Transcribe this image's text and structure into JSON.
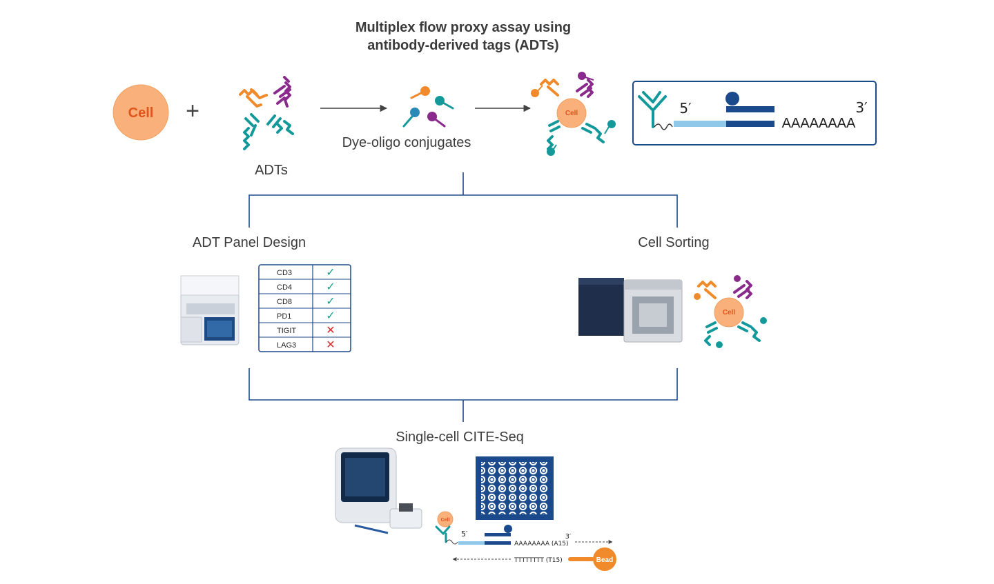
{
  "title_line1": "Multiplex flow proxy assay using",
  "title_line2": "antibody-derived tags (ADTs)",
  "cell_label": "Cell",
  "plus_sign": "+",
  "adts_label": "ADTs",
  "dye_label": "Dye-oligo conjugates",
  "construct": {
    "five_prime": "5′",
    "three_prime": "3′",
    "polya": "AAAAAAAA"
  },
  "branch_left": "ADT Panel Design",
  "branch_right": "Cell Sorting",
  "panel_table": [
    {
      "marker": "CD3",
      "result": "✓"
    },
    {
      "marker": "CD4",
      "result": "✓"
    },
    {
      "marker": "CD8",
      "result": "✓"
    },
    {
      "marker": "PD1",
      "result": "✓"
    },
    {
      "marker": "TIGIT",
      "result": "✕"
    },
    {
      "marker": "LAG3",
      "result": "✕"
    }
  ],
  "bottom_title": "Single-cell CITE-Seq",
  "bottom_construct": {
    "five_prime": "5′",
    "three_prime": "3′",
    "a15": "AAAAAAAA (A15)",
    "t15": "TTTTTTTT (T15)",
    "bead": "Bead",
    "cell": "Cell"
  },
  "colors": {
    "orange": "#f08a2a",
    "purple": "#8a2a8c",
    "teal": "#14999a",
    "blue": "#2a8ab7",
    "navy": "#1b4a8c",
    "lightblue": "#8fc8e8",
    "cell_fill": "#f9b07a",
    "check": "#14a38b",
    "cross": "#d32f2f"
  }
}
